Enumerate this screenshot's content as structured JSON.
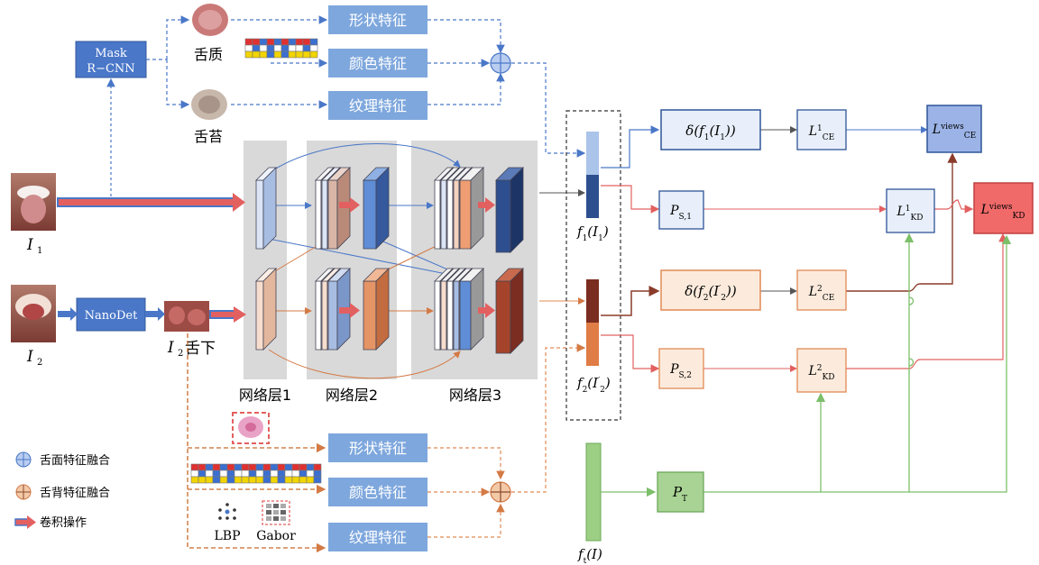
{
  "feature_labels": {
    "shape": "形状特征",
    "color": "颜色特征",
    "texture": "纹理特征"
  },
  "region_labels": {
    "tongue_body": "舌质",
    "tongue_coating": "舌苔",
    "under_tongue": "舌下"
  },
  "model_boxes": {
    "mask_rcnn_line1": "Mask",
    "mask_rcnn_line2": "R−CNN",
    "nanodet": "NanoDet"
  },
  "inputs": {
    "i1": "I",
    "i1_sub": "1",
    "i2": "I",
    "i2_sub": "2",
    "i2_crop": "I",
    "i2_crop_sub": "2"
  },
  "layers": {
    "l1": "网络层1",
    "l2": "网络层2",
    "l3": "网络层3"
  },
  "features": {
    "f1": "f1(I1)",
    "f2": "f2(I2′)",
    "ft": "ft(I)"
  },
  "nodes": {
    "delta1": "δ(f1(I1))",
    "delta2": "δ(f2(I2′))",
    "ps1": "PS,1",
    "ps2": "PS,2",
    "pt": "PT",
    "lce1": "L1CE",
    "lce2": "L2CE",
    "lkd1": "L1KD",
    "lkd2": "L2KD",
    "lce_views": "LviewsCE",
    "lkd_views": "LviewsKD"
  },
  "texture_methods": {
    "lbp": "LBP",
    "gabor": "Gabor"
  },
  "legend": [
    {
      "icon": "blue-fusion",
      "label": "舌面特征融合"
    },
    {
      "icon": "orange-fusion",
      "label": "舌背特征融合"
    },
    {
      "icon": "red-arrow",
      "label": "卷积操作"
    }
  ],
  "colors": {
    "blue": "#4a77c8",
    "orange": "#e08a55",
    "red": "#e36060",
    "green": "#7cbf6a",
    "brown": "#8a3b2a"
  }
}
